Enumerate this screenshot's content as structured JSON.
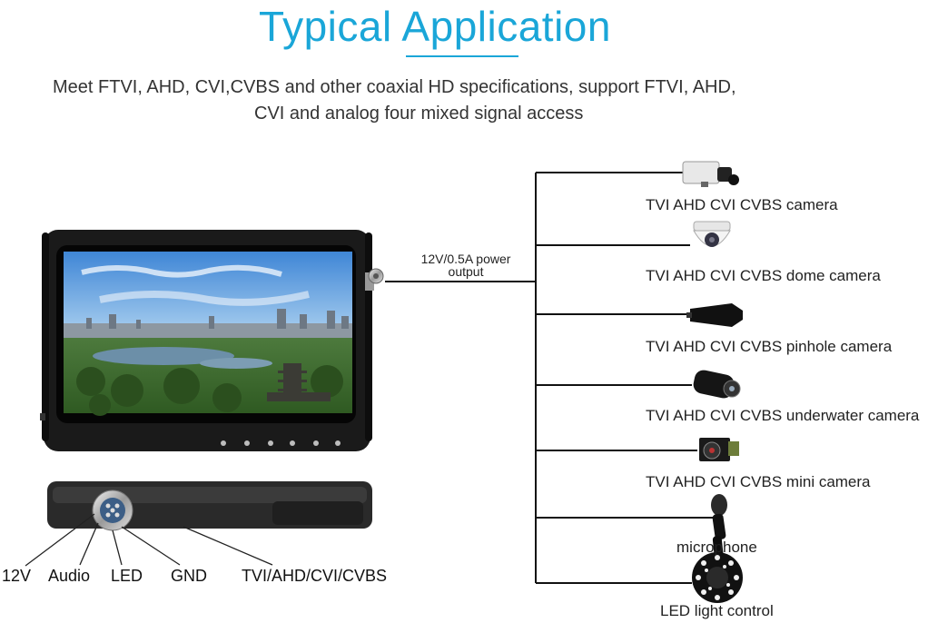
{
  "header": {
    "title": "Typical Application",
    "subtitle_line1": "Meet FTVI, AHD, CVI,CVBS and other coaxial HD specifications, support FTVI, AHD,",
    "subtitle_line2": "CVI and analog four mixed signal access"
  },
  "power_label_line1": "12V/0.5A power",
  "power_label_line2": "output",
  "devices": [
    {
      "label": "TVI AHD CVI CVBS camera",
      "icon": "box-camera-icon"
    },
    {
      "label": "TVI AHD CVI CVBS dome camera",
      "icon": "dome-camera-icon"
    },
    {
      "label": "TVI AHD CVI CVBS pinhole camera",
      "icon": "pinhole-camera-icon"
    },
    {
      "label": "TVI AHD CVI CVBS underwater camera",
      "icon": "underwater-camera-icon"
    },
    {
      "label": "TVI AHD CVI CVBS mini camera",
      "icon": "mini-camera-icon"
    },
    {
      "label": "microphone",
      "icon": "microphone-icon"
    },
    {
      "label": "LED light control",
      "icon": "led-ring-icon"
    }
  ],
  "connector_pins": [
    {
      "label": "12V"
    },
    {
      "label": "Audio"
    },
    {
      "label": "LED"
    },
    {
      "label": "GND"
    },
    {
      "label": "TVI/AHD/CVI/CVBS"
    }
  ],
  "monitor_buttons": [
    "menu-icon",
    "next-icon",
    "mute-icon",
    "record-icon",
    "photo-icon",
    "power-icon"
  ],
  "colors": {
    "accent": "#1aa6d8",
    "device_body": "#1b1b1b",
    "line": "#111111"
  }
}
